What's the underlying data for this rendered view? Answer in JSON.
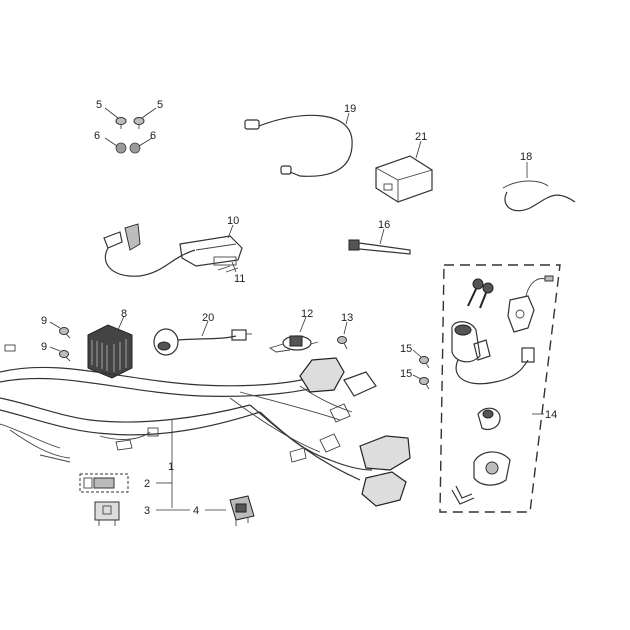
{
  "diagram": {
    "callouts": [
      {
        "id": "c5a",
        "label": "5"
      },
      {
        "id": "c5b",
        "label": "5"
      },
      {
        "id": "c6a",
        "label": "6"
      },
      {
        "id": "c6b",
        "label": "6"
      },
      {
        "id": "c19",
        "label": "19"
      },
      {
        "id": "c21",
        "label": "21"
      },
      {
        "id": "c18",
        "label": "18"
      },
      {
        "id": "c10",
        "label": "10"
      },
      {
        "id": "c11",
        "label": "11"
      },
      {
        "id": "c16",
        "label": "16"
      },
      {
        "id": "c9a",
        "label": "9"
      },
      {
        "id": "c9b",
        "label": "9"
      },
      {
        "id": "c8",
        "label": "8"
      },
      {
        "id": "c20",
        "label": "20"
      },
      {
        "id": "c12",
        "label": "12"
      },
      {
        "id": "c13",
        "label": "13"
      },
      {
        "id": "c15a",
        "label": "15"
      },
      {
        "id": "c15b",
        "label": "15"
      },
      {
        "id": "c14",
        "label": "14"
      },
      {
        "id": "c1",
        "label": "1"
      },
      {
        "id": "c2",
        "label": "2"
      },
      {
        "id": "c3",
        "label": "3"
      },
      {
        "id": "c4",
        "label": "4"
      }
    ]
  }
}
